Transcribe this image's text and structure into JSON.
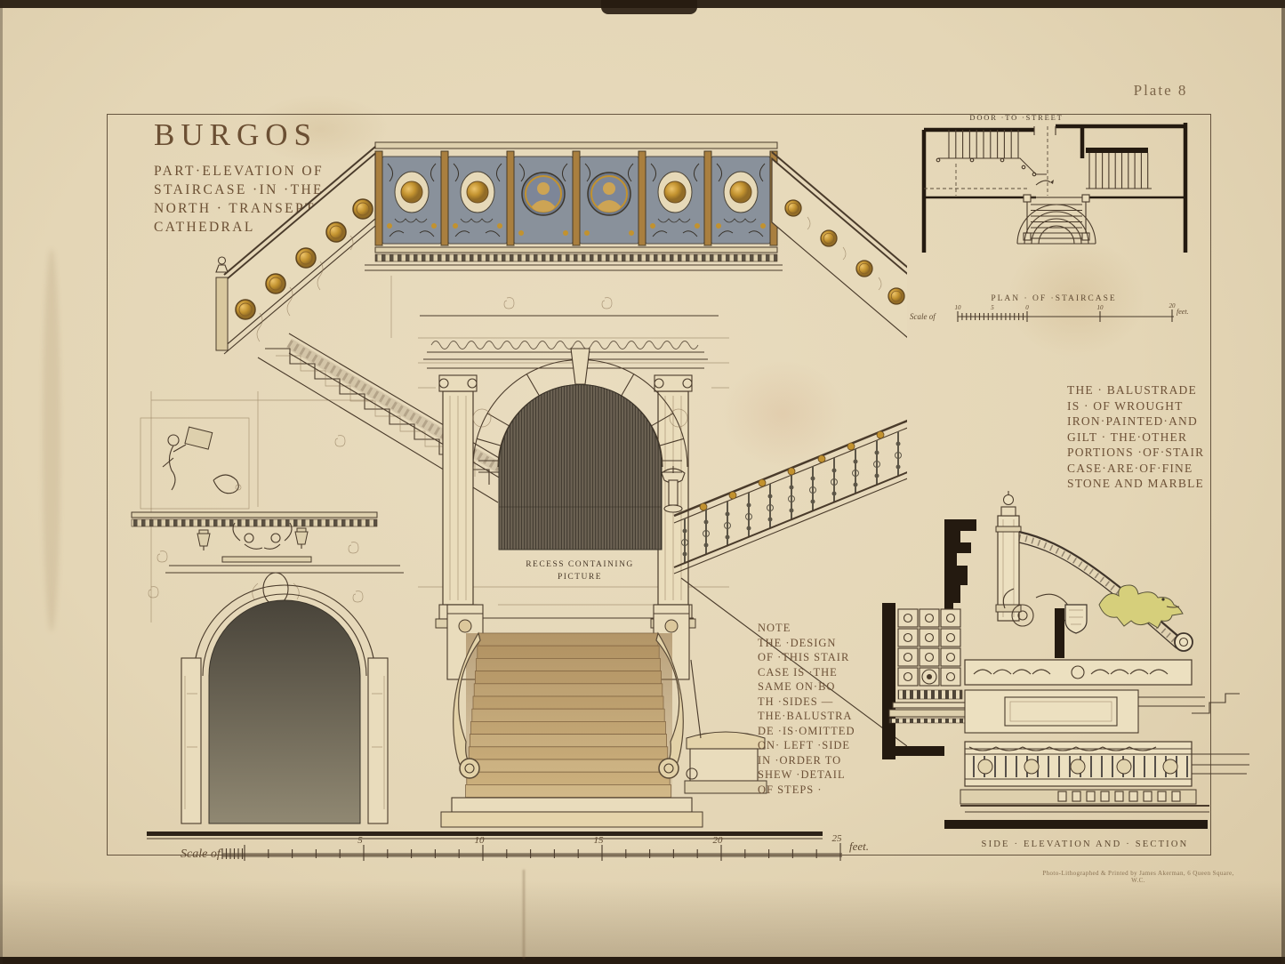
{
  "page": {
    "plate_label": "Plate 8"
  },
  "title": {
    "main": "BURGOS",
    "subtitle_lines": [
      "PART·ELEVATION OF",
      "STAIRCASE ·IN ·THE",
      "NORTH · TRANSEPT OF",
      "CATHEDRAL"
    ]
  },
  "plan_inset": {
    "door_label": "DOOR ·TO ·STREET",
    "caption": "PLAN · OF ·STAIRCASE",
    "scale_prefix": "Scale of",
    "scale_ticks": [
      "10",
      "5",
      "0",
      "10",
      "20"
    ],
    "scale_unit": "feet."
  },
  "balustrade_note_lines": [
    "THE · BALUSTRADE",
    "IS · OF WROUGHT",
    "IRON·PAINTED·AND",
    "GILT ·  THE·OTHER",
    "PORTIONS ·OF·STAIR",
    "CASE·ARE·OF·FINE",
    "STONE AND MARBLE"
  ],
  "recess_label_lines": [
    "RECESS CONTAINING",
    "PICTURE"
  ],
  "design_note_lines": [
    "NOTE",
    "THE ·DESIGN",
    "OF ·THIS STAIR",
    "CASE IS ·THE",
    "SAME ON·BO",
    "TH ·SIDES —",
    "THE·BALUSTRA",
    "DE ·IS·OMITTED",
    "ON· LEFT ·SIDE",
    "IN ·ORDER TO",
    "SHEW ·DETAIL",
    "OF STEPS ·"
  ],
  "main_scale": {
    "prefix": "Scale of",
    "tick_labels": [
      "5",
      "10",
      "15",
      "20",
      "25"
    ],
    "unit": "feet."
  },
  "section_inset": {
    "caption": "SIDE · ELEVATION AND · SECTION"
  },
  "credit": "Photo-Lithographed & Printed by James Akerman, 6 Queen Square, W.C.",
  "colors": {
    "paper": "#e5d7b8",
    "ink": "#4a3b2b",
    "lettering": "#6d5137",
    "gold": "#c2922f",
    "iron_gray": "#828b99",
    "stone": "#dcc89c",
    "step_wash": "#bb9a67",
    "recess": "#6e6455",
    "poche": "#241a10"
  }
}
